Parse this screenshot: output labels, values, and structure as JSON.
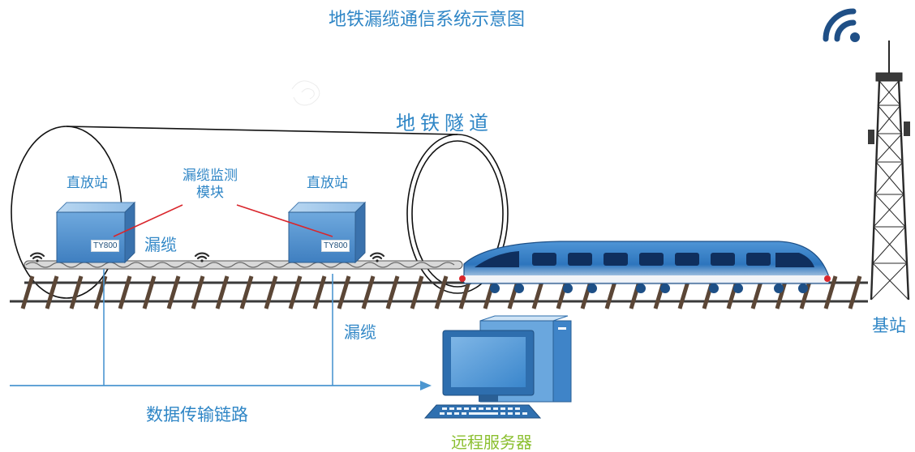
{
  "title": "地铁漏缆通信系统示意图",
  "tunnel_label": "地铁隧道",
  "repeater_left": {
    "label": "直放站",
    "tag": "TY800"
  },
  "repeater_right": {
    "label": "直放站",
    "tag": "TY800"
  },
  "monitor_module_label": "漏缆监测模块",
  "leaky_cable_upper_label": "漏缆",
  "leaky_cable_lower_label": "漏缆",
  "data_link_label": "数据传输链路",
  "server_label": "远程服务器",
  "base_station_label": "基站",
  "colors": {
    "accent_blue": "#2f86c6",
    "server_green": "#8bbf2f",
    "connector_red": "#d9262c",
    "box_blue": "#5b9bd5",
    "train_blue": "#2a6fba"
  }
}
